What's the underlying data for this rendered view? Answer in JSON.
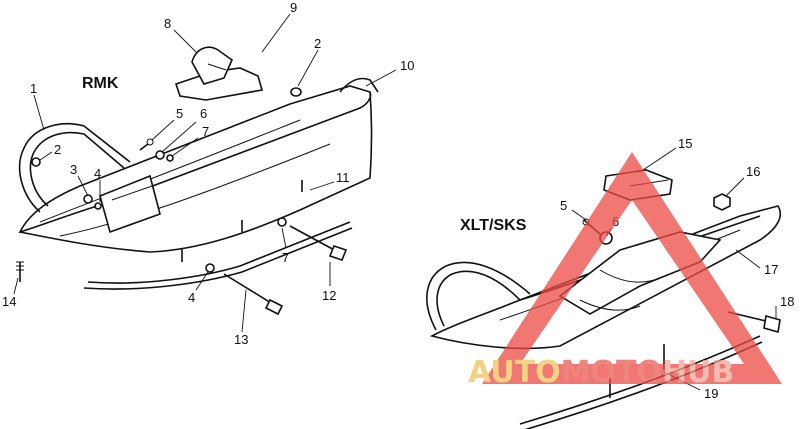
{
  "models": {
    "left": "RMK",
    "right": "XLT/SKS"
  },
  "callouts": {
    "n1": "1",
    "n2a": "2",
    "n2b": "2",
    "n3": "3",
    "n4a": "4",
    "n4b": "4",
    "n5a": "5",
    "n5b": "5",
    "n6a": "6",
    "n6b": "6",
    "n7a": "7",
    "n7b": "7",
    "n8": "8",
    "n9": "9",
    "n10": "10",
    "n11": "11",
    "n12": "12",
    "n13": "13",
    "n14": "14",
    "n15": "15",
    "n16": "16",
    "n17": "17",
    "n18": "18",
    "n19": "19"
  },
  "watermark": {
    "auto": "AUTO",
    "moto": "MOTO",
    "hub": "HUB",
    "colors": {
      "auto": "#f2c45a",
      "moto": "#ea5a52",
      "hub": "#f2a598",
      "triangle": "#ec4a44"
    }
  }
}
